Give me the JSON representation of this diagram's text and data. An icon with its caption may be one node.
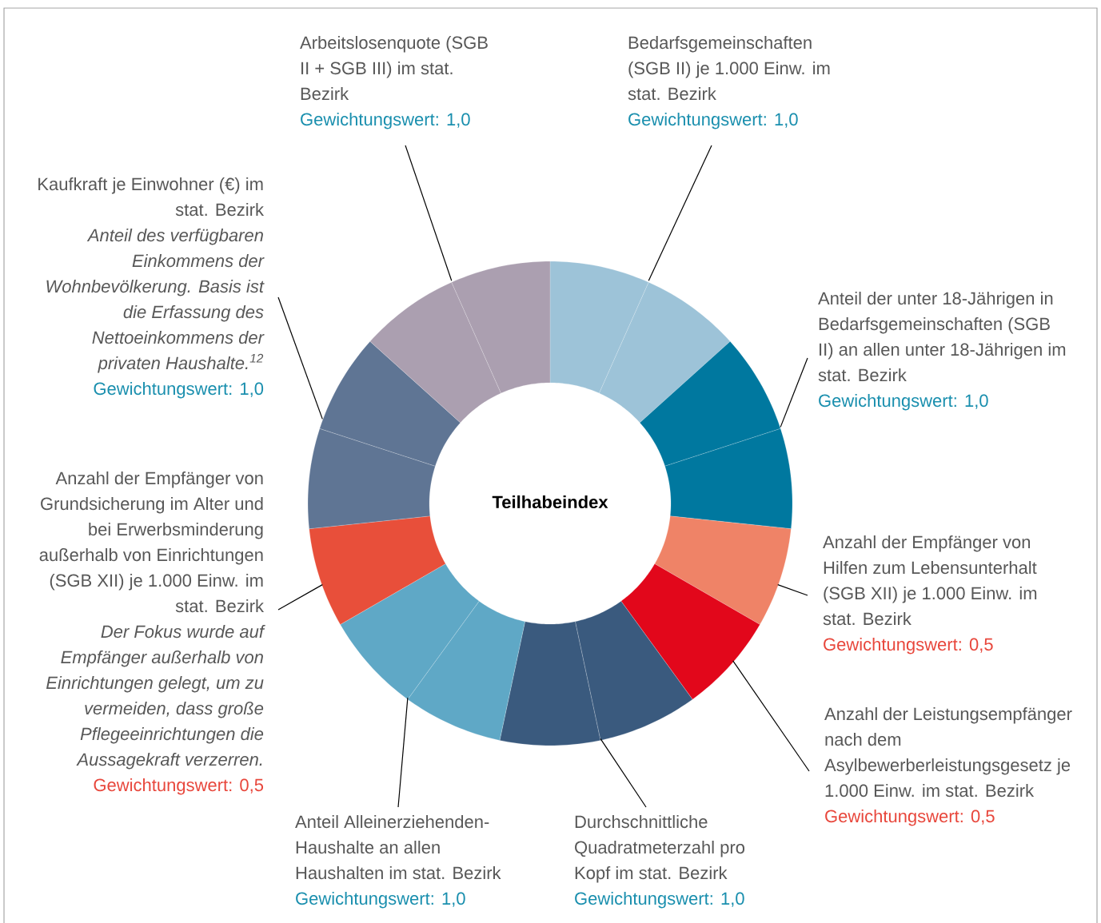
{
  "diagram": {
    "nodes": [
      {
        "text": [
          "Arbeitslosenquote (SGB II + SGB III) im stat. Bezirk",
          "Gewichtungswert: 1,0"
        ]
      },
      {
        "text": [
          "Bedarfsgemeinschaften (SGB II) je 1.000 Einw. im stat. Bezirk",
          "Gewichtungswert: 1,0"
        ]
      },
      {
        "text": [
          "Kaufkraft je Einwohner (€) im stat. Bezirk",
          "Anteil des verfügbaren Einkommens der Wohnbevölkerung. Basis ist die Erfassung des Nettoeinkommens der privaten Haushalte.$^{12}$",
          "Gewichtungswert: 1,0"
        ]
      },
      {
        "text": [
          "Teilhabeindex"
        ]
      },
      {
        "text": [
          "Anteil der unter 18-Jährigen in Bedarfsgemeinschaften (SGB II) an allen unter 18-Jährigen im stat. Bezirk",
          "Gewichtungswert: 1,0"
        ]
      },
      {
        "text": [
          "Anzahl der Empfänger von Grundsicherung im Alter und bei Erwerbsminderung außerhalb von Einrichtungen (SGB XII) je 1.000 Einw. im stat. Bezirk",
          "Der Fokus wurde auf Empfänger außerhalb von Einrichtungen gelegt, um zu vermeiden, dass große Pflegeeinrichtungen die Aussagekraft verzerren.",
          "Gewichtungswert: 0,5"
        ]
      },
      {
        "text": [
          "Anzahl der Empfänger von Hilfen zum Lebensunterhalt (SGB XII) je 1.000 Einw. im stat. Bezirk",
          "Gewichtungswert: 0,5"
        ]
      },
      {
        "text": [
          "Anzahl der Leistungsempfänger nach dem Asylbewerberleistungsgesetz je 1.000 Einw. im stat. Bezirk",
          "Gewichtungswert: 0,5"
        ]
      },
      {
        "text": [
          "Anteil Alleinerziehenden-Haushalte an allen Haushalten im stat. Bezirk",
          "Gewichtungswert: 1,0"
        ]
      },
      {
        "text": [
          "Durchschnittliche Quadratmeterzahl pro Kopf im stat. Bezirk",
          "Gewichtungswert: 1,0"
        ]
      }
    ],
    "edges": [
      {
        "from": 0,
        "to": 3,
        "arrow": "none"
      },
      {
        "from": 1,
        "to": 3,
        "arrow": "none"
      },
      {
        "from": 2,
        "to": 3,
        "arrow": "none"
      },
      {
        "from": 4,
        "to": 3,
        "arrow": "none"
      },
      {
        "from": 5,
        "to": 3,
        "arrow": "none"
      },
      {
        "from": 6,
        "to": 3,
        "arrow": "none"
      },
      {
        "from": 7,
        "to": 3,
        "arrow": "none"
      },
      {
        "from": 8,
        "to": 3,
        "arrow": "none"
      },
      {
        "from": 9,
        "to": 3,
        "arrow": "none"
      }
    ]
  }
}
